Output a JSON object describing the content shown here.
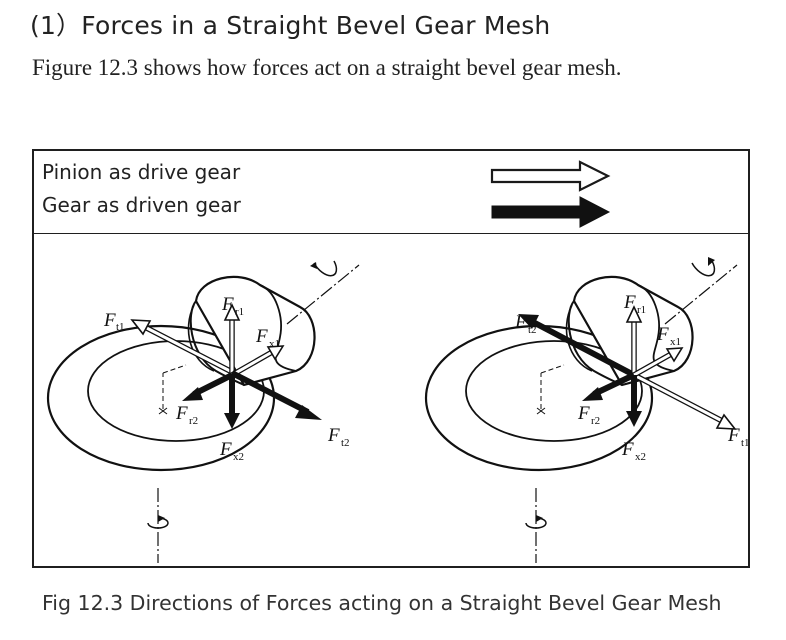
{
  "title": "(1）Forces in a Straight Bevel Gear Mesh",
  "subtitle": "Figure 12.3 shows how forces act on a straight bevel gear mesh.",
  "legend": {
    "drive_label": "Pinion as drive gear",
    "driven_label": "Gear as driven gear",
    "drive_arrow_style": "hollow-arrow",
    "driven_arrow_style": "solid-black-arrow"
  },
  "force_labels": {
    "F": "F",
    "t1": "t1",
    "t2": "t2",
    "r1": "r1",
    "r2": "r2",
    "x1": "x1",
    "x2": "x2"
  },
  "caption": "Fig 12.3 Directions of Forces acting on a Straight Bevel Gear Mesh",
  "colors": {
    "line": "#1a1a1a",
    "background": "#ffffff"
  }
}
